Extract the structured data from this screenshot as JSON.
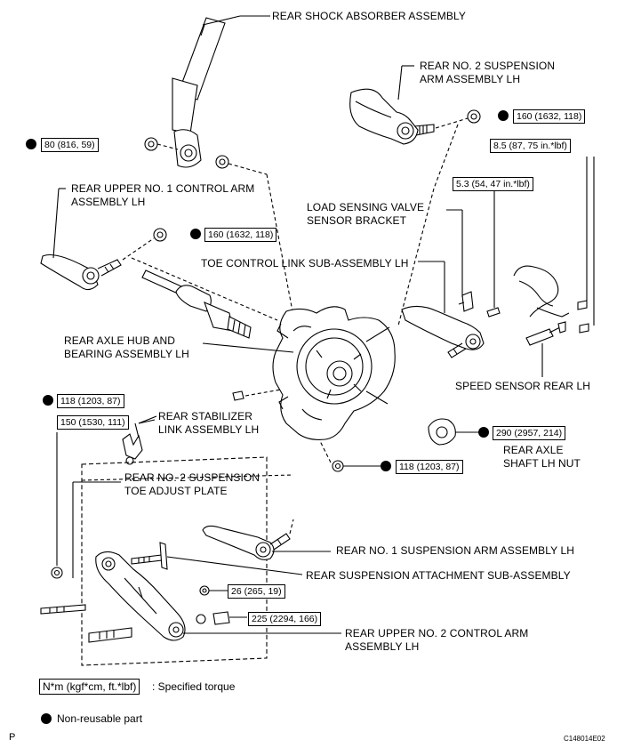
{
  "labels": {
    "shock": "REAR SHOCK ABSORBER ASSEMBLY",
    "arm2_l1": "REAR NO. 2 SUSPENSION",
    "arm2_l2": "ARM ASSEMBLY LH",
    "upper1_l1": "REAR UPPER NO. 1 CONTROL ARM",
    "upper1_l2": "ASSEMBLY LH",
    "lsv_l1": "LOAD SENSING VALVE",
    "lsv_l2": "SENSOR BRACKET",
    "toe_link": "TOE CONTROL LINK SUB-ASSEMBLY LH",
    "hub_l1": "REAR AXLE HUB AND",
    "hub_l2": "BEARING ASSEMBLY LH",
    "speed_sensor": "SPEED SENSOR REAR LH",
    "stab_l1": "REAR STABILIZER",
    "stab_l2": "LINK ASSEMBLY LH",
    "nut_l1": "REAR AXLE",
    "nut_l2": "SHAFT LH NUT",
    "toe_plate_l1": "REAR NO. 2 SUSPENSION",
    "toe_plate_l2": "TOE ADJUST PLATE",
    "arm1": "REAR NO. 1 SUSPENSION ARM ASSEMBLY LH",
    "attach": "REAR SUSPENSION ATTACHMENT SUB-ASSEMBLY",
    "upper2_l1": "REAR UPPER NO. 2 CONTROL ARM",
    "upper2_l2": "ASSEMBLY LH"
  },
  "torques": {
    "t_shock": "80 (816, 59)",
    "t_arm2": "160 (1632, 118)",
    "t_speed": "8.5 (87, 75 in.*lbf)",
    "t_lsv": "5.3 (54, 47 in.*lbf)",
    "t_upper1": "160 (1632, 118)",
    "t_hub_a": "118 (1203, 87)",
    "t_stab": "150 (1530, 111)",
    "t_nut": "290 (2957, 214)",
    "t_hub_b": "118 (1203, 87)",
    "t_attach": "26 (265, 19)",
    "t_upper2": "225 (2294, 166)"
  },
  "legend": {
    "torque_box": "N*m (kgf*cm, ft.*lbf)",
    "torque_txt": ": Specified torque",
    "nonreusable": "Non-reusable part"
  },
  "footer": {
    "corner_left": "P",
    "code": "C148014E02"
  },
  "colors": {
    "ink": "#000000",
    "paper": "#ffffff"
  }
}
